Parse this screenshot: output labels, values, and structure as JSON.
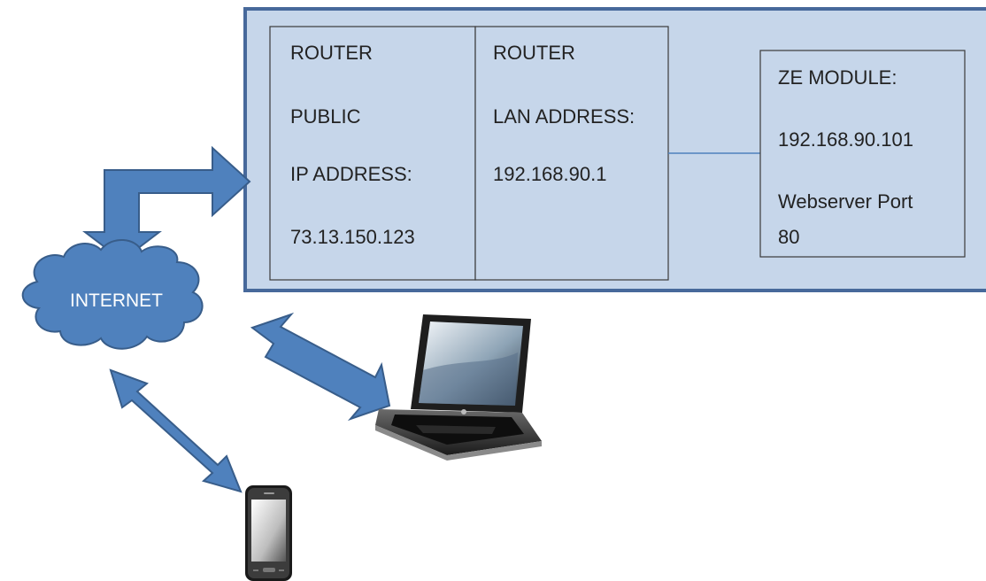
{
  "colors": {
    "panel_fill": "#c6d6ea",
    "panel_border": "#47699b",
    "box_border": "#3a3a3a",
    "arrow_fill": "#4f81bd",
    "arrow_stroke": "#385d8a",
    "connector_line": "#4f81bd",
    "cloud_fill": "#4f81bd",
    "cloud_stroke": "#385d8a"
  },
  "router_public": {
    "line1": "ROUTER",
    "line2": "PUBLIC",
    "line3": "IP ADDRESS:",
    "line4": "73.13.150.123"
  },
  "router_lan": {
    "line1": "ROUTER",
    "line2": "LAN ADDRESS:",
    "line3": "192.168.90.1"
  },
  "ze_module": {
    "line1": "ZE MODULE:",
    "line2": "192.168.90.101",
    "line3": "Webserver Port",
    "line4": "80"
  },
  "internet": {
    "label": "INTERNET"
  },
  "devices": {
    "laptop_icon": "laptop-icon",
    "phone_icon": "smartphone-icon",
    "cloud_icon": "cloud-icon"
  }
}
